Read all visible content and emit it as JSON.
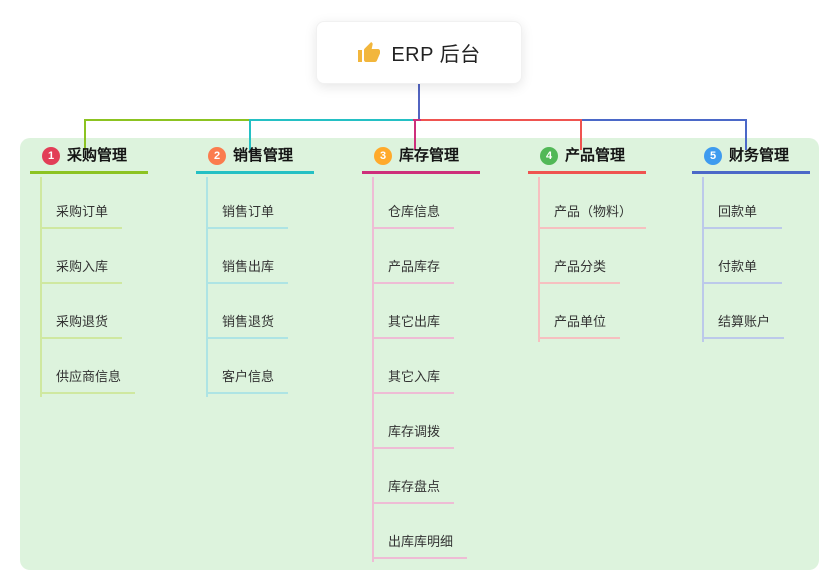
{
  "root": {
    "label": "ERP 后台",
    "icon": "thumbs-up",
    "icon_color": "#f2b63c",
    "line_color": "#5264c1"
  },
  "canvas": {
    "background": "#ffffff",
    "panel_color": "#ddf3dd"
  },
  "branches": [
    {
      "number": "1",
      "label": "采购管理",
      "badge_color": "#e23e57",
      "line_color": "#8cc321",
      "light_color": "#cfe8a0",
      "children": [
        "采购订单",
        "采购入库",
        "采购退货",
        "供应商信息"
      ]
    },
    {
      "number": "2",
      "label": "销售管理",
      "badge_color": "#fb7c4e",
      "line_color": "#24c0c4",
      "light_color": "#aee4e4",
      "children": [
        "销售订单",
        "销售出库",
        "销售退货",
        "客户信息"
      ]
    },
    {
      "number": "3",
      "label": "库存管理",
      "badge_color": "#ffaa2b",
      "line_color": "#ce2f7b",
      "light_color": "#eebcd5",
      "children": [
        "仓库信息",
        "产品库存",
        "其它出库",
        "其它入库",
        "库存调拨",
        "库存盘点",
        "出库库明细"
      ]
    },
    {
      "number": "4",
      "label": "产品管理",
      "badge_color": "#52b857",
      "line_color": "#ef5350",
      "light_color": "#f6c0c0",
      "children": [
        "产品（物料）",
        "产品分类",
        "产品单位"
      ]
    },
    {
      "number": "5",
      "label": "财务管理",
      "badge_color": "#3e9bef",
      "line_color": "#4b68c8",
      "light_color": "#bcc9ea",
      "children": [
        "回款单",
        "付款单",
        "结算账户"
      ]
    }
  ]
}
